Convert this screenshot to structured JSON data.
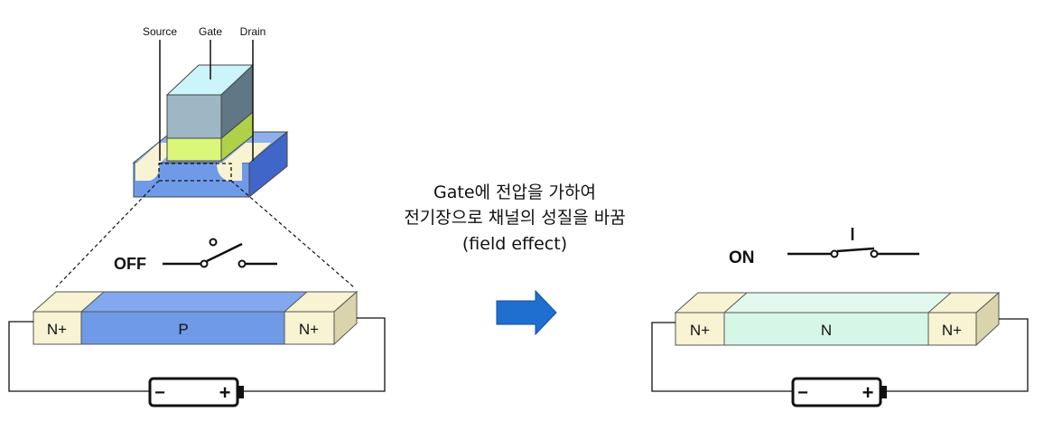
{
  "mosfet": {
    "source_label": "Source",
    "gate_label": "Gate",
    "drain_label": "Drain"
  },
  "off_state": {
    "switch_label": "OFF",
    "left_region": "N+",
    "channel_region": "P",
    "right_region": "N+",
    "battery_minus": "−",
    "battery_plus": "+"
  },
  "caption": {
    "line1": "Gate에 전압을 가하여",
    "line2": "전기장으로 채널의 성질을 바꿈",
    "line3": "(field effect)"
  },
  "on_state": {
    "switch_label": "ON",
    "left_region": "N+",
    "channel_region": "N",
    "right_region": "N+",
    "battery_minus": "−",
    "battery_plus": "+"
  },
  "colors": {
    "p_channel": "#6f9ae8",
    "n_channel": "#d6f7e8",
    "n_plus": "#f7f3d3",
    "gate_top": "#ccf4fb",
    "gate_front": "#9db8c4",
    "oxide": "#dbf77a",
    "substrate": "#6f9ae8",
    "arrow": "#1e6fd0"
  }
}
